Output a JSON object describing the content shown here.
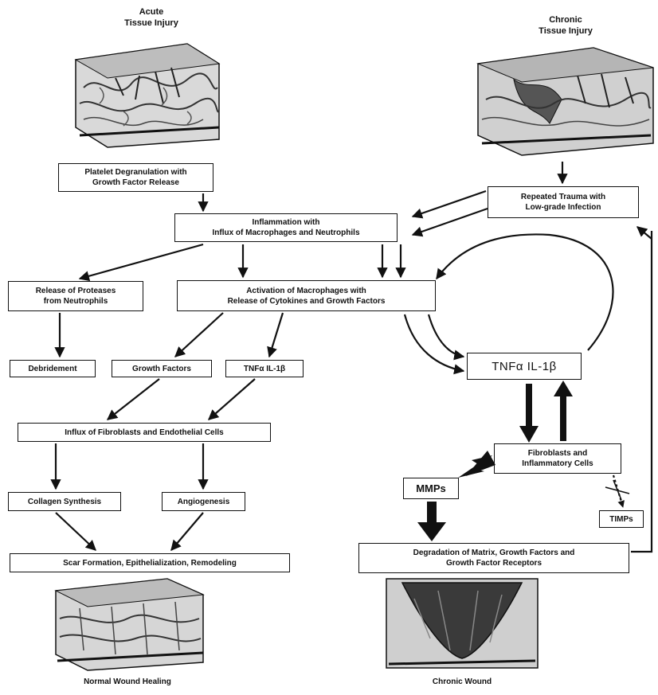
{
  "titles": {
    "acute": "Acute\nTissue Injury",
    "chronic": "Chronic\nTissue Injury",
    "normal_healing": "Normal Wound Healing",
    "chronic_wound": "Chronic Wound"
  },
  "boxes": {
    "platelet": "Platelet Degranulation with\nGrowth Factor Release",
    "repeated_trauma": "Repeated Trauma with\nLow-grade Infection",
    "inflammation": "Inflammation with\nInflux of Macrophages and Neutrophils",
    "proteases": "Release of Proteases\nfrom Neutrophils",
    "activation": "Activation of Macrophages with\nRelease of Cytokines and Growth Factors",
    "debridement": "Debridement",
    "growth_factors": "Growth Factors",
    "tnf_small": "TNFα IL-1β",
    "tnf_big": "TNFα IL-1β",
    "influx": "Influx of Fibroblasts and Endothelial Cells",
    "fibroblasts": "Fibroblasts and\nInflammatory Cells",
    "collagen": "Collagen Synthesis",
    "angiogenesis": "Angiogenesis",
    "mmps": "MMPs",
    "timps": "TIMPs",
    "scar": "Scar Formation, Epithelialization, Remodeling",
    "degradation": "Degradation of Matrix, Growth Factors and\nGrowth Factor Receptors"
  }
}
